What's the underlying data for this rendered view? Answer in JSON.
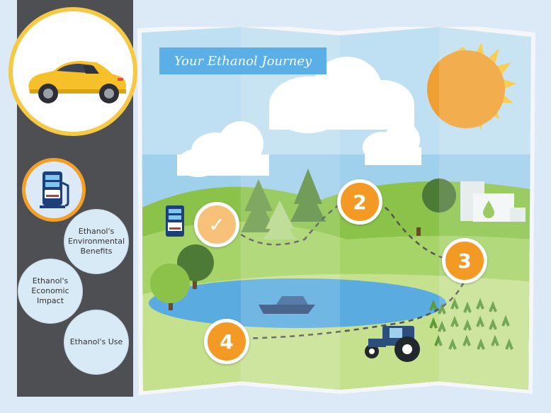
{
  "title": "Your Ethanol Journey",
  "sidebar": {
    "nav": [
      {
        "label": "Ethanol's Environmental Benefits"
      },
      {
        "label": "Ethanol's Economic Impact"
      },
      {
        "label": "Ethanol's Use"
      }
    ]
  },
  "markers": {
    "step1": "✓",
    "step2": "2",
    "step3": "3",
    "step4": "4"
  },
  "colors": {
    "sidebar": "#4d4f53",
    "accent_orange": "#f39a25",
    "accent_yellow": "#f6c945",
    "title_blue": "#5ab0e6"
  }
}
